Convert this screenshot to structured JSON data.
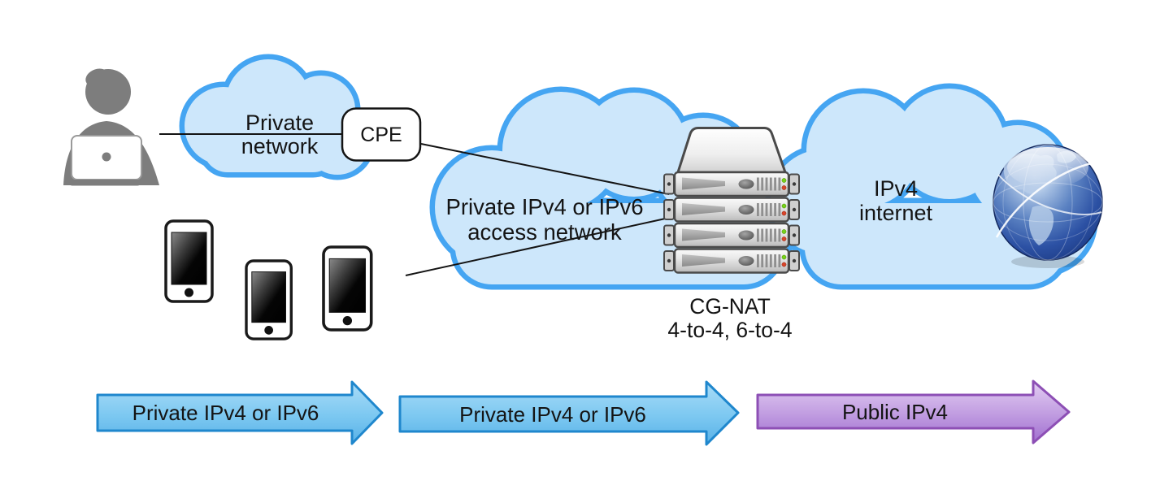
{
  "title": "CG-NAT network diagram",
  "nodes": {
    "private_network": {
      "line1": "Private",
      "line2": "network"
    },
    "cpe": {
      "label": "CPE"
    },
    "access_network": {
      "line1": "Private IPv4 or IPv6",
      "line2": "access network"
    },
    "cgnat": {
      "line1": "CG-NAT",
      "line2": "4-to-4, 6-to-4"
    },
    "internet": {
      "line1": "IPv4",
      "line2": "internet"
    }
  },
  "flow_arrows": [
    {
      "label": "Private IPv4 or IPv6",
      "fill": "#7cc8f1",
      "border": "#1f87cd"
    },
    {
      "label": "Private IPv4 or IPv6",
      "fill": "#7cc8f1",
      "border": "#1f87cd"
    },
    {
      "label": "Public IPv4",
      "fill": "#b98ad9",
      "border": "#8d4fb5"
    }
  ],
  "icons": {
    "user": "person-at-laptop-icon",
    "devices": "smartphone-icon",
    "cpe": "rounded-box",
    "nat": "rack-server-stack-icon",
    "internet": "globe-icon",
    "clouds": "cloud-shape"
  },
  "colors": {
    "cloud_fill": "#cde7fb",
    "cloud_border": "#45a5f2",
    "person_gray": "#7d7d7d",
    "line_black": "#141414",
    "led_green": "#76d119",
    "led_red": "#d8442a"
  }
}
